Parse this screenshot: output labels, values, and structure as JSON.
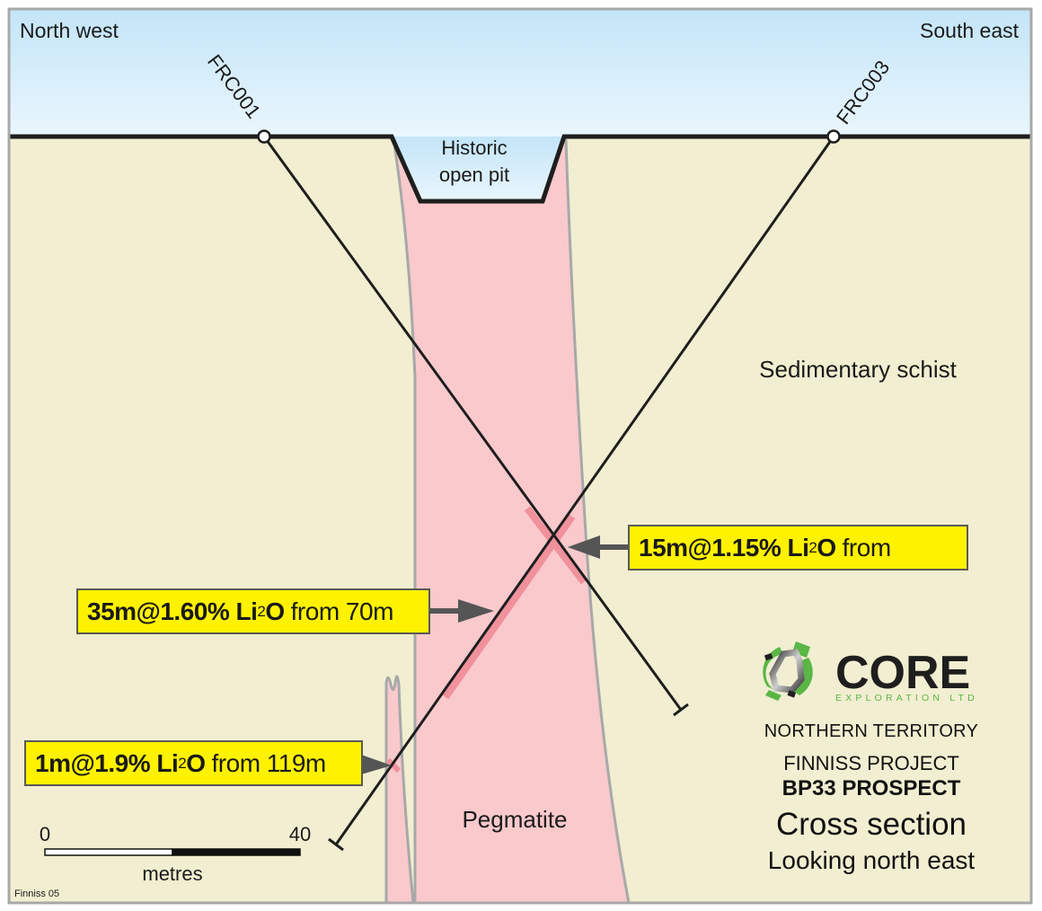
{
  "orientation": {
    "left": "North west",
    "right": "South east"
  },
  "drillholes": [
    {
      "id": "FRC001"
    },
    {
      "id": "FRC003"
    }
  ],
  "labels": {
    "open_pit_line1": "Historic",
    "open_pit_line2": "open pit",
    "schist": "Sedimentary schist",
    "pegmatite": "Pegmatite"
  },
  "intercepts": [
    {
      "bold": "15m@1.15% Li",
      "sub": "2",
      "bold_end": "O",
      "rest": "from"
    },
    {
      "bold": "35m@1.60% Li",
      "sub": "2",
      "bold_end": "O",
      "rest": "from 70m"
    },
    {
      "bold": "1m@1.9% Li",
      "sub": "2",
      "bold_end": "O",
      "rest": "from 119m"
    }
  ],
  "scale_bar": {
    "start": "0",
    "end": "40",
    "unit": "metres"
  },
  "logo": {
    "name": "CORE",
    "tagline": "EXPLORATION LTD"
  },
  "title_block": {
    "region": "NORTHERN TERRITORY",
    "project": "FINNISS PROJECT",
    "prospect": "BP33 PROSPECT",
    "title": "Cross section",
    "view": "Looking north east"
  },
  "figure_id": "Finniss 05",
  "colors": {
    "sky_top": "#c5e6f8",
    "sky_bottom": "#e6f4fc",
    "ground": "#f1eed1",
    "pegmatite": "#f9c9cc",
    "pegmatite_edge": "#a8a8a8",
    "intercept": "#f0919c",
    "callout_fill": "#fff200",
    "logo_green": "#5ab645"
  }
}
